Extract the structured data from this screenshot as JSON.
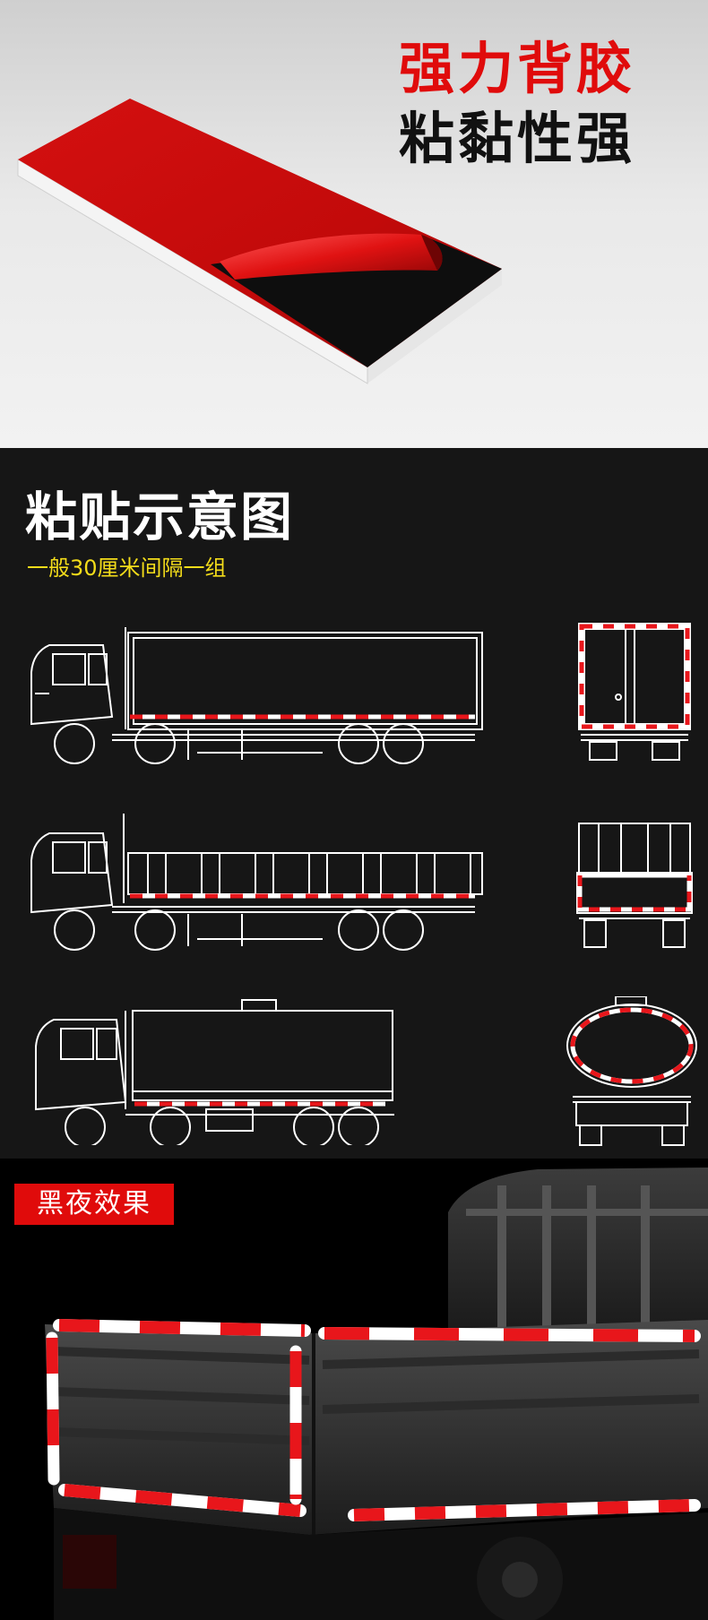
{
  "section_adhesive": {
    "headline_line1": "强力背胶",
    "headline_line2": "粘黏性强",
    "headline_color_1": "#e00b0b",
    "headline_color_2": "#111111"
  },
  "section_diagram": {
    "title": "粘贴示意图",
    "subtitle": "一般30厘米间隔一组",
    "subtitle_color": "#f3dc1a"
  },
  "section_night": {
    "badge": "黑夜效果",
    "badge_color": "#e00b0b"
  },
  "colors": {
    "reflective_red": "#e8161b",
    "reflective_white": "#ffffff"
  }
}
